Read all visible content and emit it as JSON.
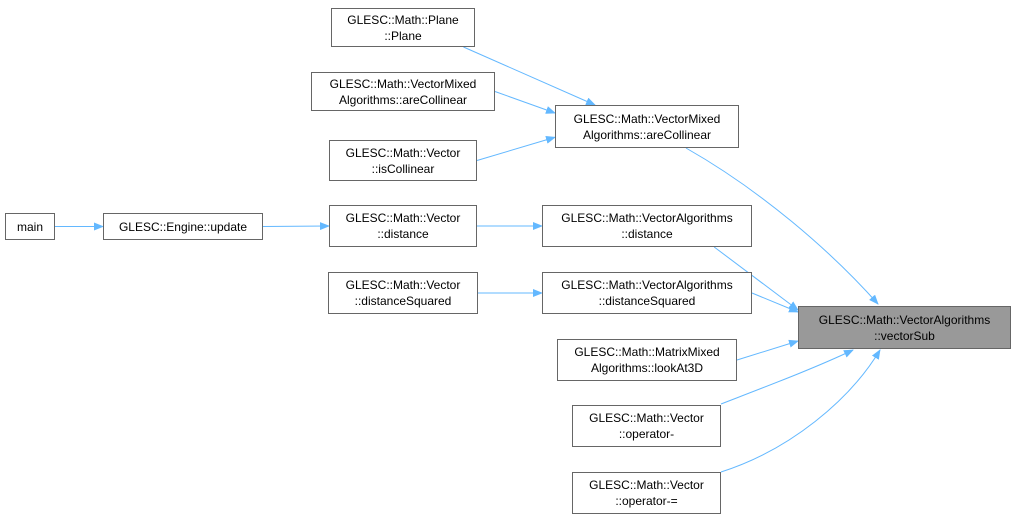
{
  "colors": {
    "edge": "#63b8ff",
    "node_border": "#666666",
    "node_fill": "#ffffff",
    "target_fill": "#999999"
  },
  "nodes": {
    "plane_ctor": {
      "line1": "GLESC::Math::Plane",
      "line2": "::Plane"
    },
    "vma_arecollinear_a": {
      "line1": "GLESC::Math::VectorMixed",
      "line2": "Algorithms::areCollinear"
    },
    "vector_iscollinear": {
      "line1": "GLESC::Math::Vector",
      "line2": "::isCollinear"
    },
    "main": {
      "line1": "main"
    },
    "engine_update": {
      "line1": "GLESC::Engine::update"
    },
    "vector_distance": {
      "line1": "GLESC::Math::Vector",
      "line2": "::distance"
    },
    "vector_distancesq": {
      "line1": "GLESC::Math::Vector",
      "line2": "::distanceSquared"
    },
    "vma_arecollinear_b": {
      "line1": "GLESC::Math::VectorMixed",
      "line2": "Algorithms::areCollinear"
    },
    "va_distance": {
      "line1": "GLESC::Math::VectorAlgorithms",
      "line2": "::distance"
    },
    "va_distancesq": {
      "line1": "GLESC::Math::VectorAlgorithms",
      "line2": "::distanceSquared"
    },
    "mma_lookat3d": {
      "line1": "GLESC::Math::MatrixMixed",
      "line2": "Algorithms::lookAt3D"
    },
    "vector_opminus": {
      "line1": "GLESC::Math::Vector",
      "line2": "::operator-"
    },
    "vector_opminuseq": {
      "line1": "GLESC::Math::Vector",
      "line2": "::operator-="
    },
    "va_vectorsub": {
      "line1": "GLESC::Math::VectorAlgorithms",
      "line2": "::vectorSub"
    }
  },
  "edges": [
    {
      "from": "main",
      "to": "engine_update"
    },
    {
      "from": "engine_update",
      "to": "vector_distance"
    },
    {
      "from": "vector_distance",
      "to": "va_distance"
    },
    {
      "from": "vector_distancesq",
      "to": "va_distancesq"
    },
    {
      "from": "plane_ctor",
      "to": "vma_arecollinear_b"
    },
    {
      "from": "vma_arecollinear_a",
      "to": "vma_arecollinear_b"
    },
    {
      "from": "vector_iscollinear",
      "to": "vma_arecollinear_b"
    },
    {
      "from": "vma_arecollinear_b",
      "to": "va_vectorsub"
    },
    {
      "from": "va_distance",
      "to": "va_vectorsub"
    },
    {
      "from": "va_distancesq",
      "to": "va_vectorsub"
    },
    {
      "from": "mma_lookat3d",
      "to": "va_vectorsub"
    },
    {
      "from": "vector_opminus",
      "to": "va_vectorsub"
    },
    {
      "from": "vector_opminuseq",
      "to": "va_vectorsub"
    }
  ]
}
